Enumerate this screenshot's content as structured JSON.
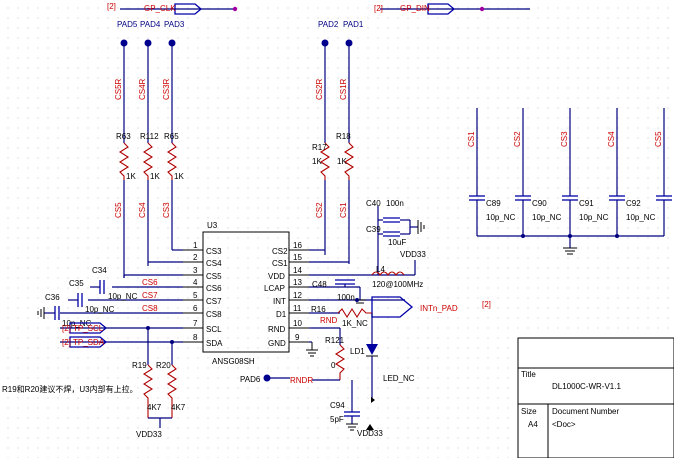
{
  "nets": {
    "gp_clk": "GP_CLK",
    "gp_din": "GP_DIN",
    "tp_scl": "TP_SCL",
    "tp_sda": "TP_SDA",
    "intn_pad": "INTn_PAD",
    "rndr": "RNDR",
    "vdd33_top": "VDD33",
    "vdd33_r19": "VDD33",
    "vdd33_c94": "VDD33"
  },
  "sheet_ref": "[2]",
  "pads": [
    "PAD5",
    "PAD4",
    "PAD3",
    "PAD2",
    "PAD1",
    "PAD6"
  ],
  "cs_nets": {
    "cs5r": "CS5R",
    "cs4r": "CS4R",
    "cs3r": "CS3R",
    "cs2r": "CS2R",
    "cs1r": "CS1R",
    "cs5": "CS5",
    "cs4": "CS4",
    "cs3": "CS3",
    "cs2": "CS2",
    "cs1": "CS1",
    "cs6": "CS6",
    "cs7": "CS7",
    "cs8": "CS8",
    "rnd": "RND"
  },
  "resistors": {
    "r63": "R63",
    "r112": "R112",
    "r65": "R65",
    "r17": "R17",
    "r18": "R18",
    "r16": "R16",
    "r121": "R121",
    "r19": "R19",
    "r20": "R20",
    "v1k": "1K",
    "v1k_nc": "1K_NC",
    "v0": "0",
    "v4k7": "4K7"
  },
  "caps": {
    "c40": "C40",
    "c39": "C39",
    "c48": "C48",
    "c34": "C34",
    "c35": "C35",
    "c36": "C36",
    "c94": "C94",
    "c89": "C89",
    "c90": "C90",
    "c91": "C91",
    "c92": "C92",
    "v100n": "100n",
    "v10uf": "10uF",
    "v10p_nc": "10p_NC",
    "v5pf": "5pF"
  },
  "inductor": {
    "ref": "L4",
    "value": "120@100MHz"
  },
  "led": {
    "ref": "LD1",
    "value": "LED_NC"
  },
  "ic": {
    "ref": "U3",
    "part": "ANSG08SH",
    "left_pins": [
      {
        "n": "1",
        "name": "CS3"
      },
      {
        "n": "2",
        "name": "CS4"
      },
      {
        "n": "3",
        "name": "CS5"
      },
      {
        "n": "4",
        "name": "CS6"
      },
      {
        "n": "5",
        "name": "CS7"
      },
      {
        "n": "6",
        "name": "CS8"
      },
      {
        "n": "7",
        "name": "SCL"
      },
      {
        "n": "8",
        "name": "SDA"
      }
    ],
    "right_pins": [
      {
        "n": "16",
        "name": "CS2"
      },
      {
        "n": "15",
        "name": "CS1"
      },
      {
        "n": "14",
        "name": "VDD"
      },
      {
        "n": "13",
        "name": "LCAP"
      },
      {
        "n": "12",
        "name": "INT"
      },
      {
        "n": "11",
        "name": "D1"
      },
      {
        "n": "10",
        "name": "RND"
      },
      {
        "n": "9",
        "name": "GND"
      }
    ]
  },
  "right_caps_nets": [
    "CS1",
    "CS2",
    "CS3",
    "CS4",
    "CS5"
  ],
  "note": "R19和R20建议不焊，U3内部有上拉。",
  "title_block": {
    "title_label": "Title",
    "title": "DL1000C-WR-V1.1",
    "size_label": "Size",
    "docnum_label": "Document Number",
    "size": "A4",
    "docnum": "<Doc>"
  }
}
